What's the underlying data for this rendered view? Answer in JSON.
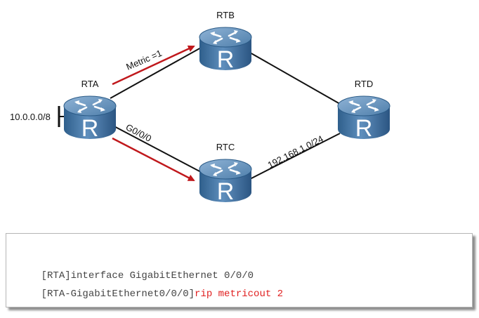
{
  "routers": [
    {
      "id": "RTA",
      "label": "RTA",
      "letter": "R"
    },
    {
      "id": "RTB",
      "label": "RTB",
      "letter": "R"
    },
    {
      "id": "RTC",
      "label": "RTC",
      "letter": "R"
    },
    {
      "id": "RTD",
      "label": "RTD",
      "letter": "R"
    }
  ],
  "annotations": {
    "network": "10.0.0.0/8",
    "metric": "Metric =1",
    "interface": "G0/0/0",
    "subnet": "192.168.1.0/24"
  },
  "cli": {
    "line1": "[RTA]interface GigabitEthernet 0/0/0",
    "line2_prompt": "[RTA-GigabitEthernet0/0/0]",
    "line2_command": "rip metricout 2"
  },
  "colors": {
    "router_body": "#3d6e9c",
    "arrow": "#c0181c",
    "cli_command": "#e02020"
  }
}
